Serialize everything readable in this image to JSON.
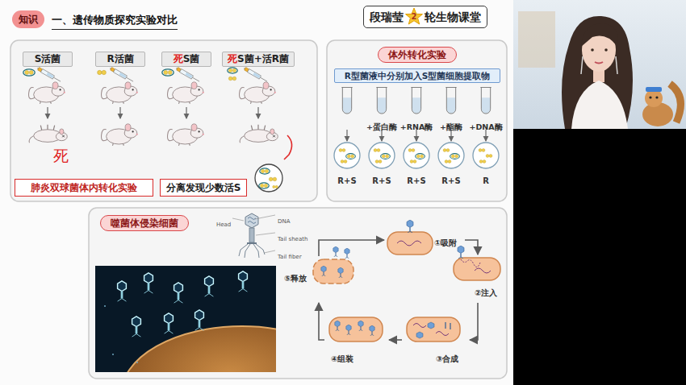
{
  "diagram": {
    "title": "一、遗传物质探究实验对比",
    "nodes": [
      {
        "text": [
          "知识"
        ]
      },
      {
        "text": [
          "段瑞莹",
          "2",
          "轮生物课堂"
        ]
      },
      {
        "text": [
          "S活菌"
        ]
      },
      {
        "text": [
          "R活菌"
        ]
      },
      {
        "text": [
          "死S菌"
        ]
      },
      {
        "text": [
          "死S菌+活R菌"
        ]
      },
      {
        "text": [
          "肺炎双球菌体内转化实验"
        ]
      },
      {
        "text": [
          "分离发现少数活S"
        ]
      },
      {
        "text": [
          "体外转化实验"
        ]
      },
      {
        "text": [
          "R型菌液中分别加入S型菌细胞提取物"
        ],
        "in": 8
      },
      {
        "text": [
          "噬菌体侵染细菌"
        ]
      },
      {
        "text": [
          "①吸附"
        ],
        "in": 10
      },
      {
        "text": [
          "②注入"
        ],
        "in": 10
      },
      {
        "text": [
          "③合成"
        ],
        "in": 10
      },
      {
        "text": [
          "④组装"
        ],
        "in": 10
      },
      {
        "text": [
          "⑤释放"
        ],
        "in": 10
      }
    ],
    "edges": [
      {
        "from": 11,
        "to": 12,
        "arrow": "to"
      },
      {
        "from": 12,
        "to": 13,
        "arrow": "to"
      },
      {
        "from": 13,
        "to": 14,
        "arrow": "to"
      },
      {
        "from": 14,
        "to": 15,
        "arrow": "to"
      },
      {
        "from": 15,
        "to": 11,
        "arrow": "to"
      }
    ],
    "labels": [
      "死",
      "+蛋白酶",
      "+RNA酶",
      "+酯酶",
      "+DNA酶",
      "R+S",
      "R+S",
      "R+S",
      "R+S",
      "R",
      "Head",
      "DNA",
      "Tail sheath",
      "Tail fiber"
    ]
  }
}
